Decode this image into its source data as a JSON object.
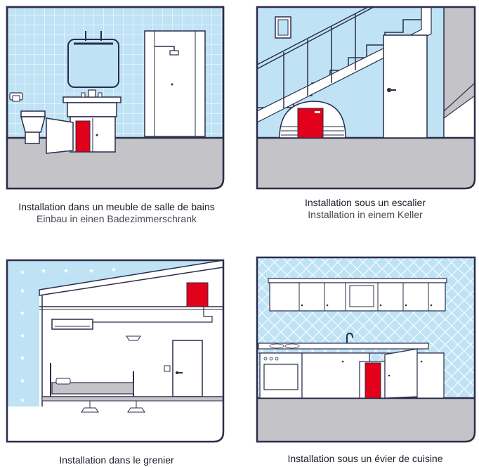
{
  "colors": {
    "wall_blue": "#bfe3f5",
    "floor_gray": "#c4c4c8",
    "outline": "#2b2d4a",
    "heater_red": "#e3001b",
    "white": "#ffffff"
  },
  "panels": [
    {
      "id": "bathroom",
      "caption_fr": "Installation dans un meuble de salle de bains",
      "caption_de": "Einbau in einen Badezimmerschrank"
    },
    {
      "id": "stairs",
      "caption_fr": "Installation sous un escalier",
      "caption_de": "Installation in einem Keller"
    },
    {
      "id": "attic",
      "caption_fr": "Installation dans le grenier",
      "caption_de": ""
    },
    {
      "id": "kitchen",
      "caption_fr": "Installation sous un évier de cuisine",
      "caption_de": ""
    }
  ]
}
